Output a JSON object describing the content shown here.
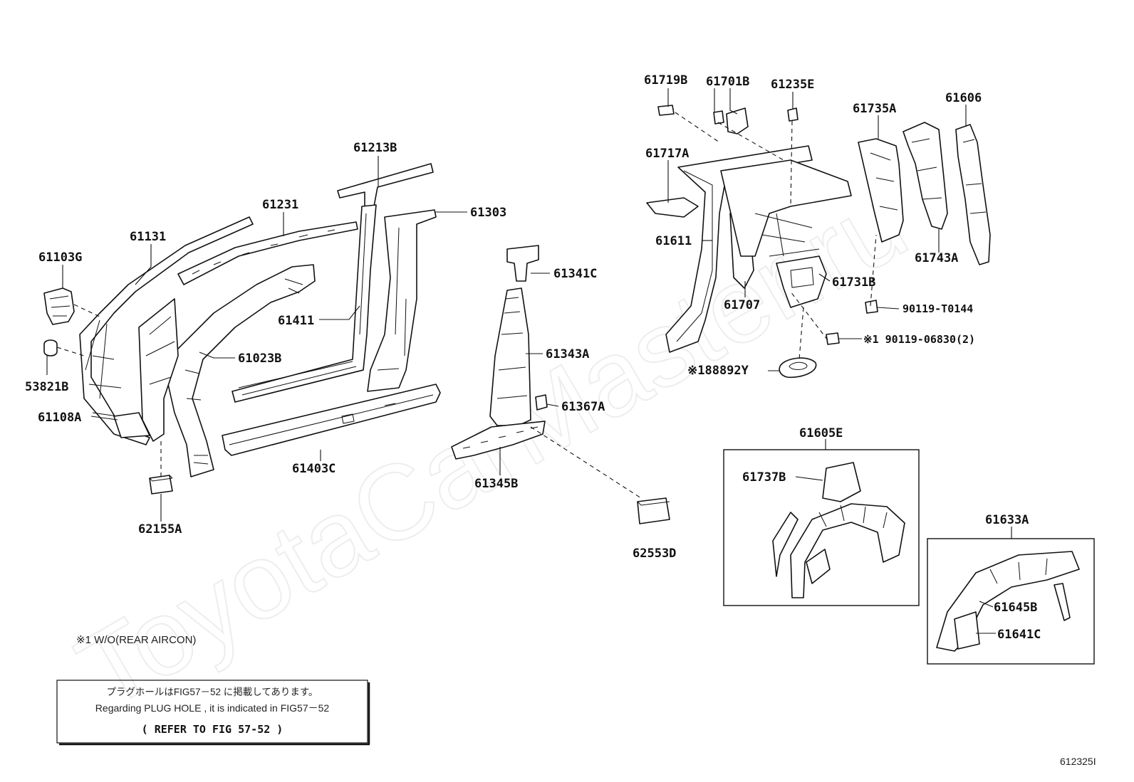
{
  "watermark": "ToyotaCarMaster.ru",
  "figure_id": "612325I",
  "footnote": "※1  W/O(REAR AIRCON)",
  "notice": {
    "line_jp": "プラグホールはFIG57－52 に掲載してあります。",
    "line_en": "Regarding  PLUG HOLE , it is  indicated  in  FIG57－52",
    "reference": "(  REFER TO FIG 57-52  )"
  },
  "parts": [
    {
      "id": "p61103G",
      "code": "61103G"
    },
    {
      "id": "p61131",
      "code": "61131"
    },
    {
      "id": "p61231",
      "code": "61231"
    },
    {
      "id": "p61213B",
      "code": "61213B"
    },
    {
      "id": "p61303",
      "code": "61303"
    },
    {
      "id": "p61411",
      "code": "61411"
    },
    {
      "id": "p61023B",
      "code": "61023B"
    },
    {
      "id": "p53821B",
      "code": "53821B"
    },
    {
      "id": "p61108A",
      "code": "61108A"
    },
    {
      "id": "p61403C",
      "code": "61403C"
    },
    {
      "id": "p62155A",
      "code": "62155A"
    },
    {
      "id": "p61341C",
      "code": "61341C"
    },
    {
      "id": "p61343A",
      "code": "61343A"
    },
    {
      "id": "p61367A",
      "code": "61367A"
    },
    {
      "id": "p61345B",
      "code": "61345B"
    },
    {
      "id": "p62553D",
      "code": "62553D"
    },
    {
      "id": "p61719B",
      "code": "61719B"
    },
    {
      "id": "p61701B",
      "code": "61701B"
    },
    {
      "id": "p61235E",
      "code": "61235E"
    },
    {
      "id": "p61735A",
      "code": "61735A"
    },
    {
      "id": "p61606",
      "code": "61606"
    },
    {
      "id": "p61717A",
      "code": "61717A"
    },
    {
      "id": "p61611",
      "code": "61611"
    },
    {
      "id": "p61707",
      "code": "61707"
    },
    {
      "id": "p61731B",
      "code": "61731B"
    },
    {
      "id": "p61743A",
      "code": "61743A"
    },
    {
      "id": "p90119T0144",
      "code": "90119-T0144"
    },
    {
      "id": "p9011906830",
      "code": "※1 90119-06830(2)"
    },
    {
      "id": "p188892Y",
      "code": "※188892Y"
    },
    {
      "id": "p61605E",
      "code": "61605E"
    },
    {
      "id": "p61737B",
      "code": "61737B"
    },
    {
      "id": "p61633A",
      "code": "61633A"
    },
    {
      "id": "p61645B",
      "code": "61645B"
    },
    {
      "id": "p61641C",
      "code": "61641C"
    }
  ]
}
